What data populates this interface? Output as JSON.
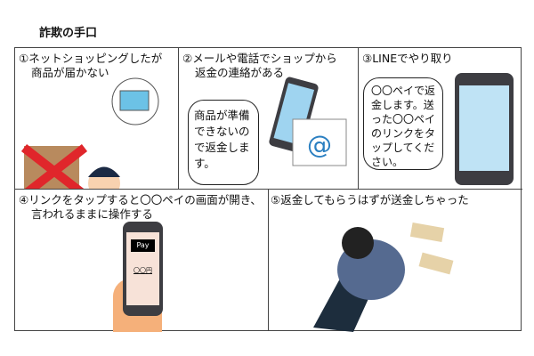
{
  "title": "詐欺の手口",
  "panels": [
    {
      "caption_line1": "①ネットショッピングしたが",
      "caption_line2": "商品が届かない"
    },
    {
      "caption_line1": "②メールや電話でショップから",
      "caption_line2": "返金の連絡がある",
      "bubble": "商品が準備できないので返金します。"
    },
    {
      "caption_line1": "③LINEでやり取り",
      "bubble": "〇〇ペイで返金します。送った〇〇ペイのリンクをタップしてください。"
    },
    {
      "caption_line1": "④リンクをタップすると〇〇ペイの画面が開き、",
      "caption_line2": "言われるままに操作する",
      "phone_label": "Pay",
      "phone_amount": "〇〇円"
    },
    {
      "caption_line1": "⑤返金してもらうはずが送金しちゃった"
    }
  ]
}
